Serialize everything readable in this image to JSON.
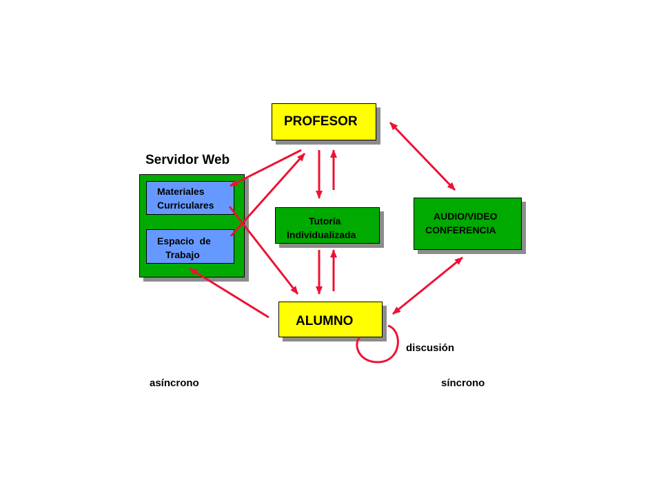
{
  "colors": {
    "profesor_fill": "#ffff00",
    "alumno_fill": "#ffff00",
    "green_fill": "#00aa00",
    "blue_fill": "#6699ff",
    "arrow": "#ee1133",
    "shadow": "#8c8c8c"
  },
  "nodes": {
    "profesor": "PROFESOR",
    "alumno": "ALUMNO",
    "servidor_web": "Servidor Web",
    "materiales_line1": "Materiales",
    "materiales_line2": "Curriculares",
    "espacio_line1": "Espacio  de",
    "espacio_line2": "Trabajo",
    "tutoria_line1": "Tutoría",
    "tutoria_line2": "Individualizada",
    "audio_line1": "AUDIO/VIDEO",
    "audio_line2": "CONFERENCIA"
  },
  "labels": {
    "discusion": "discusión",
    "asincrono": "asíncrono",
    "sincrono": "síncrono"
  }
}
